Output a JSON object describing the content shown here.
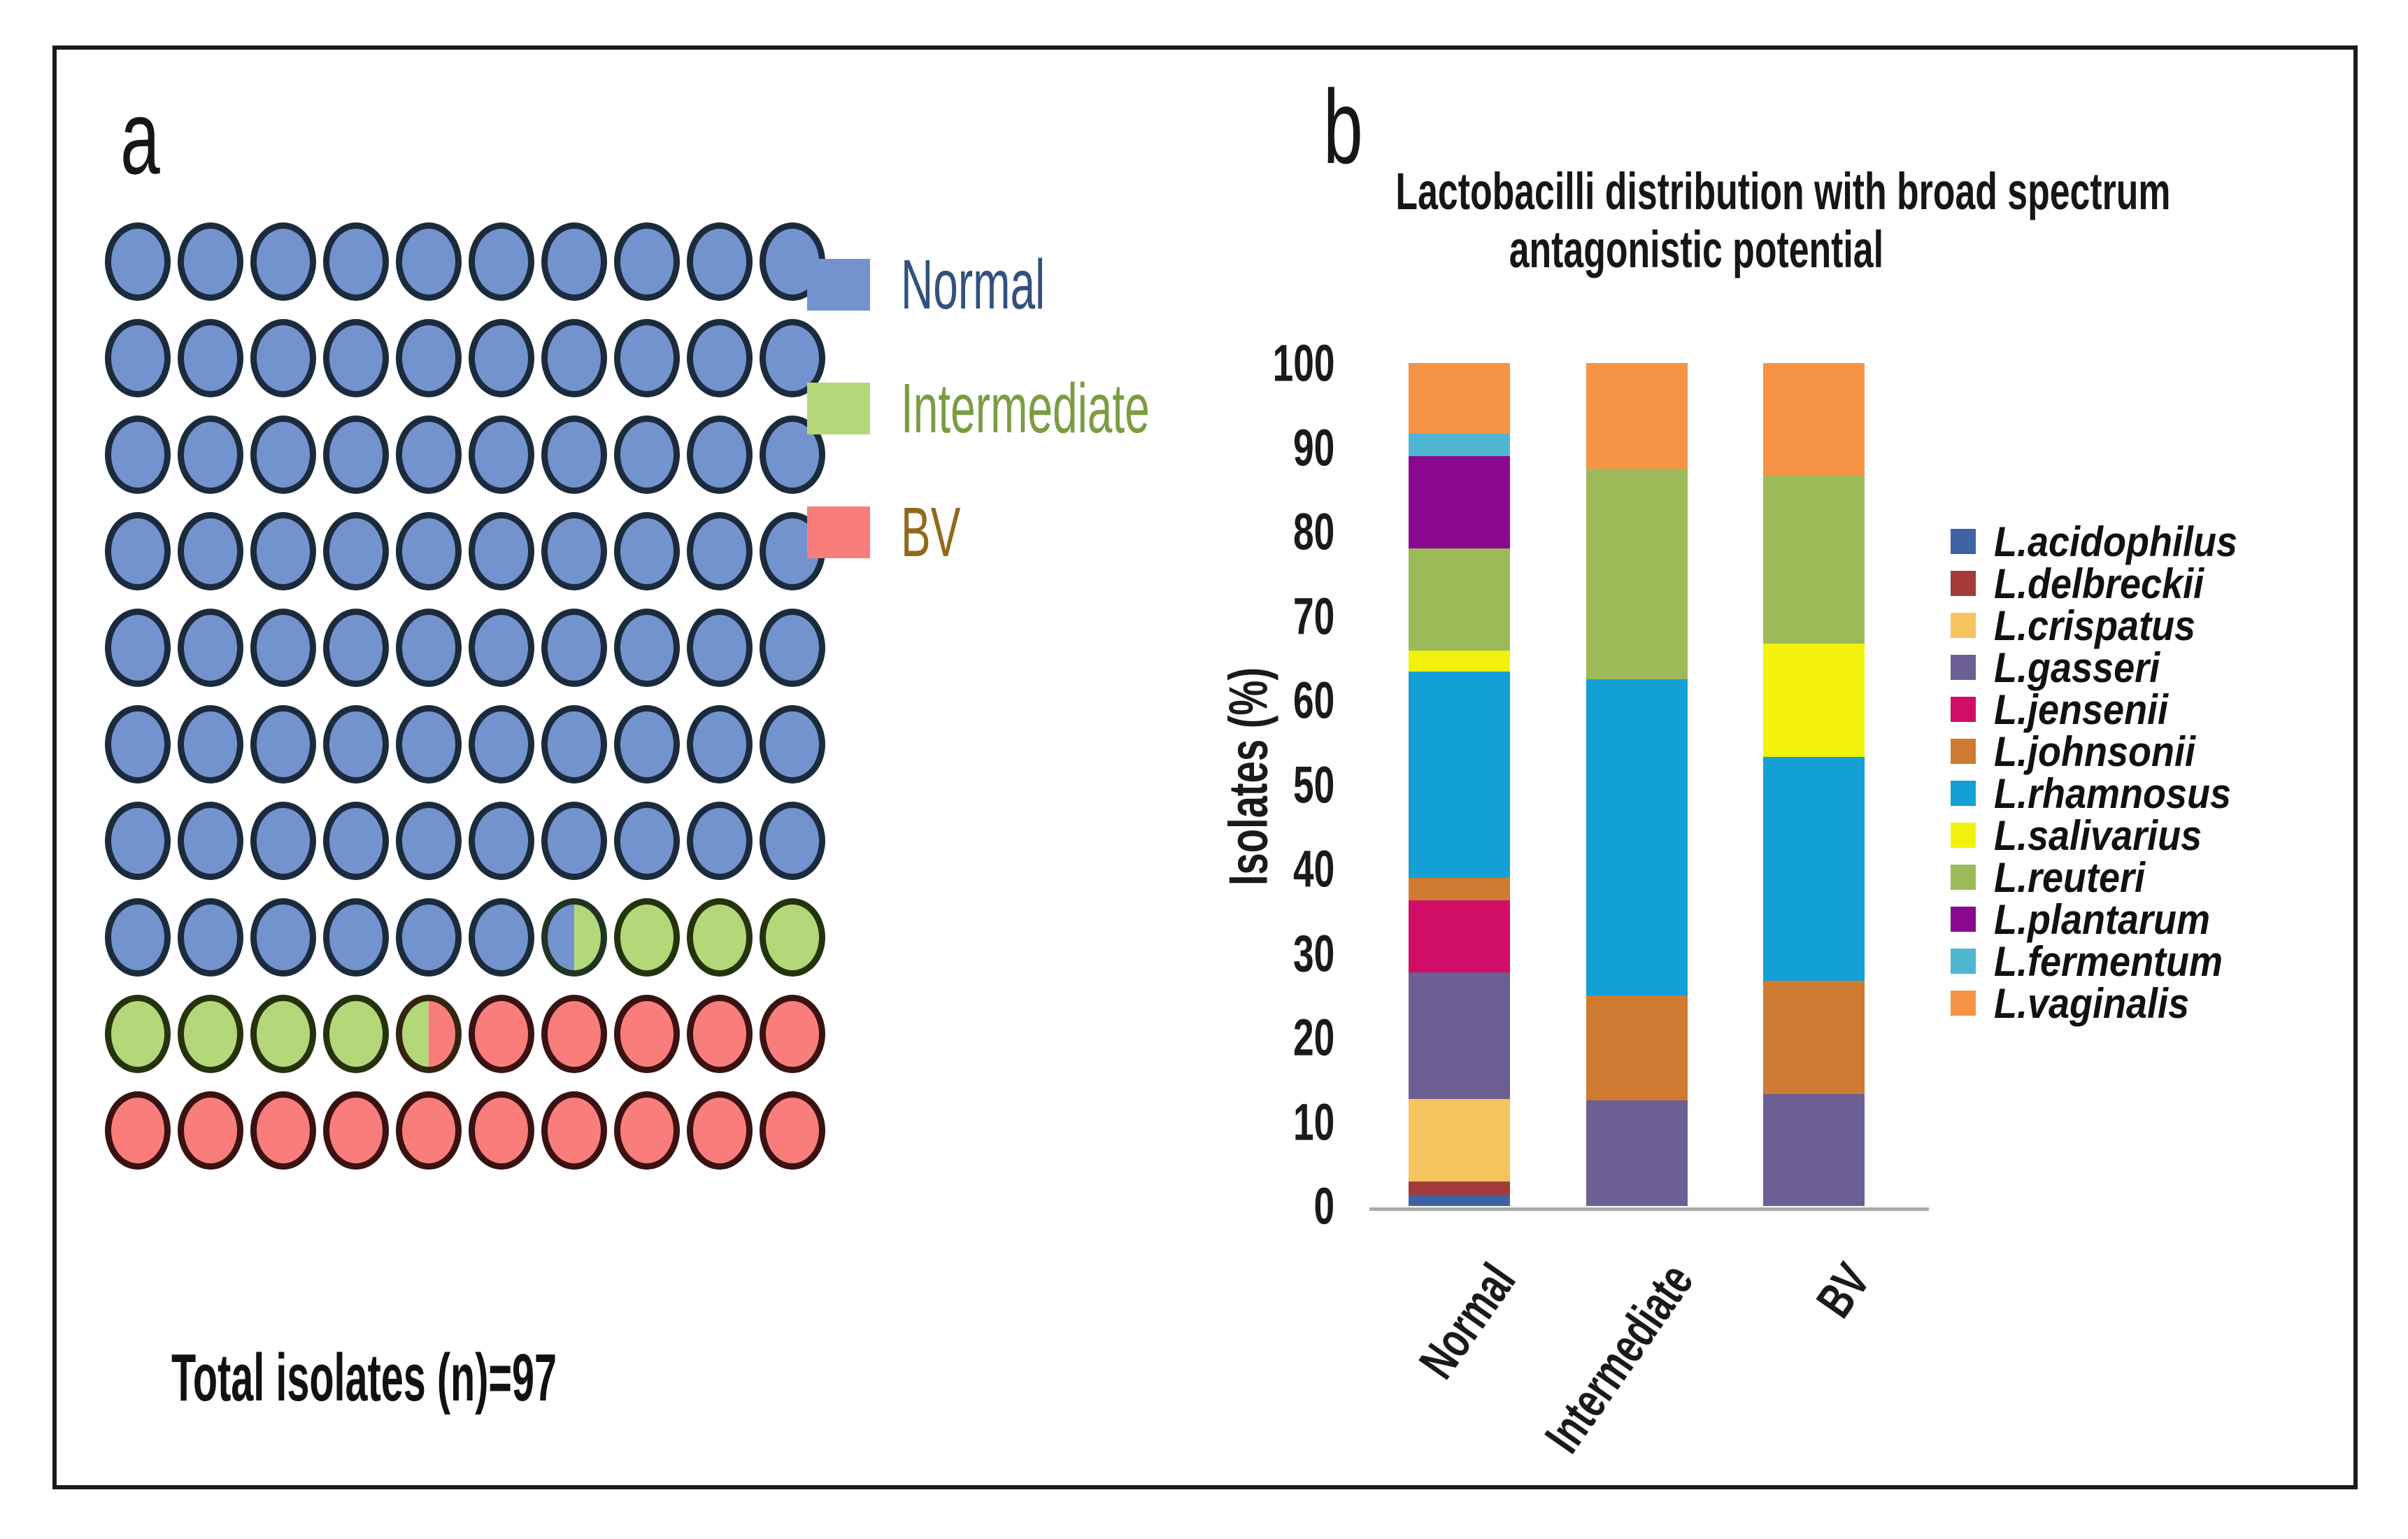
{
  "panel_a": {
    "label": "a",
    "total_label": "Total isolates (n)=97",
    "legend": [
      {
        "key": "n",
        "label": "Normal",
        "swatch": "#7393CE",
        "text_color": "#33517E"
      },
      {
        "key": "i",
        "label": "Intermediate",
        "swatch": "#B4D879",
        "text_color": "#7C9C42"
      },
      {
        "key": "b",
        "label": "BV",
        "swatch": "#F97D7B",
        "text_color": "#8F6A1D"
      }
    ],
    "palette": {
      "n": {
        "fill": "#7393CE",
        "border": "#1C2B3C"
      },
      "i": {
        "fill": "#B4D879",
        "border": "#25330D"
      },
      "b": {
        "fill": "#F97D7B",
        "border": "#3A1212"
      },
      "ni": {
        "fill": "linear-gradient(90deg,#7393CE 0 50%,#B4D879 50% 100%)",
        "border": "#203425"
      },
      "ib": {
        "fill": "linear-gradient(90deg,#B4D879 0 50%,#F97D7B 50% 100%)",
        "border": "#33250F"
      }
    },
    "grid": {
      "rows": [
        [
          "n",
          "n",
          "n",
          "n",
          "n",
          "n",
          "n",
          "n",
          "n",
          "n"
        ],
        [
          "n",
          "n",
          "n",
          "n",
          "n",
          "n",
          "n",
          "n",
          "n",
          "n"
        ],
        [
          "n",
          "n",
          "n",
          "n",
          "n",
          "n",
          "n",
          "n",
          "n",
          "n"
        ],
        [
          "n",
          "n",
          "n",
          "n",
          "n",
          "n",
          "n",
          "n",
          "n",
          "n"
        ],
        [
          "n",
          "n",
          "n",
          "n",
          "n",
          "n",
          "n",
          "n",
          "n",
          "n"
        ],
        [
          "n",
          "n",
          "n",
          "n",
          "n",
          "n",
          "n",
          "n",
          "n",
          "n"
        ],
        [
          "n",
          "n",
          "n",
          "n",
          "n",
          "n",
          "n",
          "n",
          "n",
          "n"
        ],
        [
          "n",
          "n",
          "n",
          "n",
          "n",
          "n",
          "ni",
          "i",
          "i",
          "i"
        ],
        [
          "i",
          "i",
          "i",
          "i",
          "ib",
          "b",
          "b",
          "b",
          "b",
          "b"
        ],
        [
          "b",
          "b",
          "b",
          "b",
          "b",
          "b",
          "b",
          "b",
          "b",
          "b"
        ]
      ]
    }
  },
  "panel_b": {
    "label": "b",
    "title_line1": "Lactobacilli distribution with broad spectrum",
    "title_line2": "antagonistic potential",
    "y_axis_title": "Isolates (%)",
    "y_ticks": [
      0,
      10,
      20,
      30,
      40,
      50,
      60,
      70,
      80,
      90,
      100
    ]
  },
  "chart_data": [
    {
      "type": "heatmap",
      "subtype": "waffle-unit-chart",
      "title": "Total isolates (n)=97",
      "grid_rows": 10,
      "grid_cols": 10,
      "unit_value_percent": 1,
      "categories": [
        "Normal",
        "Intermediate",
        "BV"
      ],
      "percentages": [
        76.5,
        8.0,
        15.5
      ],
      "approx_counts_of_97": [
        74,
        8,
        15
      ],
      "legend_position": "right"
    },
    {
      "type": "bar",
      "stacked": true,
      "title": "Lactobacilli distribution with broad spectrum antagonistic potential",
      "xlabel": "",
      "ylabel": "Isolates (%)",
      "ylim": [
        0,
        100
      ],
      "grid": false,
      "legend_position": "right",
      "categories": [
        "Normal",
        "Intermediate",
        "BV"
      ],
      "series": [
        {
          "name": "L.acidophilus",
          "color": "#3F63A2",
          "values": [
            1.3,
            0,
            0
          ]
        },
        {
          "name": "L.delbreckii",
          "color": "#A33B38",
          "values": [
            1.6,
            0,
            0
          ]
        },
        {
          "name": "L.crispatus",
          "color": "#F6C45F",
          "values": [
            9.8,
            0,
            0
          ]
        },
        {
          "name": "L.gasseri",
          "color": "#6C5F94",
          "values": [
            15.0,
            12.5,
            13.3
          ]
        },
        {
          "name": "L.jensenii",
          "color": "#D10D67",
          "values": [
            8.6,
            0,
            0
          ]
        },
        {
          "name": "L.johnsonii",
          "color": "#CE7A31",
          "values": [
            2.6,
            12.5,
            13.4
          ]
        },
        {
          "name": "L.rhamnosus",
          "color": "#14A0D6",
          "values": [
            24.5,
            37.5,
            26.6
          ]
        },
        {
          "name": "L.salivarius",
          "color": "#F2F20C",
          "values": [
            2.5,
            0,
            13.4
          ]
        },
        {
          "name": "L.reuteri",
          "color": "#9CBA58",
          "values": [
            12.1,
            25.0,
            20.0
          ]
        },
        {
          "name": "L.plantarum",
          "color": "#8A0990",
          "values": [
            11.0,
            0,
            0
          ]
        },
        {
          "name": "L.fermentum",
          "color": "#4FB6D2",
          "values": [
            2.6,
            0,
            0
          ]
        },
        {
          "name": "L.vaginalis",
          "color": "#F69344",
          "values": [
            8.4,
            12.5,
            13.3
          ]
        }
      ]
    }
  ]
}
